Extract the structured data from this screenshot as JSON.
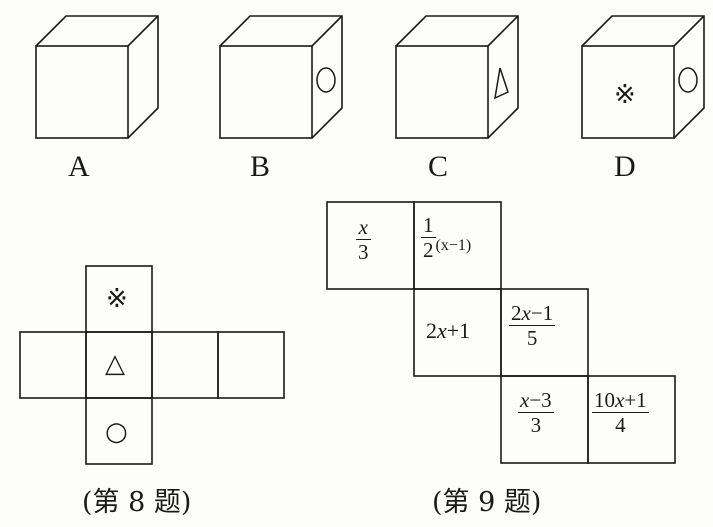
{
  "problem8": {
    "options": [
      {
        "label": "A",
        "front": "",
        "side": ""
      },
      {
        "label": "B",
        "front": "",
        "side": "circle"
      },
      {
        "label": "C",
        "front": "",
        "side": "triangle"
      },
      {
        "label": "D",
        "front": "※",
        "side": "circle"
      }
    ],
    "net_symbols": {
      "top": "※",
      "middle": "△",
      "bottom": "○"
    },
    "caption": "(第 8 题)"
  },
  "problem9": {
    "cells": [
      {
        "type": "frac",
        "num": "x",
        "den": "3"
      },
      {
        "type": "mixed",
        "num": "1",
        "den": "2",
        "tail": "(x−1)"
      },
      {
        "type": "text",
        "text": "2x+1"
      },
      {
        "type": "frac",
        "num": "2x−1",
        "den": "5"
      },
      {
        "type": "frac",
        "num": "x−3",
        "den": "3"
      },
      {
        "type": "frac",
        "num": "10x+1",
        "den": "4"
      }
    ],
    "caption": "(第 9 题)"
  }
}
